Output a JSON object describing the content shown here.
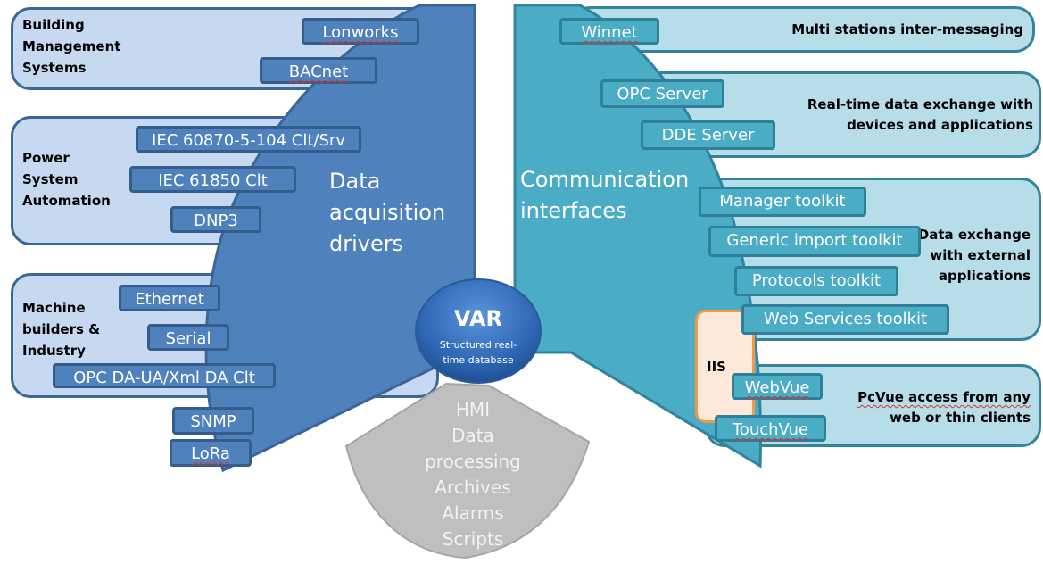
{
  "colors": {
    "acquisition_wedge": "#4f81bd",
    "communication_wedge": "#4bacc6",
    "core_sector": "#bfbfbf",
    "var_ellipse": "#3a73c4",
    "left_group_fill": "#c6d9f1",
    "right_group_fill": "#b7dde8",
    "iis_fill": "#fde9d9",
    "iis_border": "#f79646"
  },
  "acquisition": {
    "title_lines": [
      "Data",
      "acquisition",
      "drivers"
    ],
    "groups": [
      {
        "label_lines": [
          "Building",
          "Management",
          "Systems"
        ],
        "chips": [
          "Lonworks",
          "BACnet"
        ]
      },
      {
        "label_lines": [
          "Power",
          "System",
          "Automation"
        ],
        "chips": [
          "IEC 60870-5-104 Clt/Srv",
          "IEC 61850 Clt",
          "DNP3"
        ]
      },
      {
        "label_lines": [
          "Machine",
          "builders &",
          "Industry"
        ],
        "chips": [
          "Ethernet",
          "Serial",
          "OPC DA-UA/Xml DA Clt"
        ]
      }
    ],
    "standalone_chips": [
      "SNMP",
      "LoRa"
    ]
  },
  "communication": {
    "title_lines": [
      "Communication",
      "interfaces"
    ],
    "groups": [
      {
        "label_lines": [
          "Multi stations inter-messaging"
        ],
        "chips": [
          "Winnet"
        ]
      },
      {
        "label_lines": [
          "Real-time data exchange with",
          "devices and applications"
        ],
        "chips": [
          "OPC Server",
          "DDE Server"
        ]
      },
      {
        "label_lines": [
          "Data exchange",
          "with external",
          "applications"
        ],
        "chips": [
          "Manager toolkit",
          "Generic import toolkit",
          "Protocols toolkit",
          "Web Services toolkit"
        ]
      },
      {
        "label_lines": [
          "PcVue access from any",
          "web or thin clients"
        ],
        "chips": [
          "WebVue",
          "TouchVue"
        ]
      }
    ],
    "iis_label": "IIS"
  },
  "core": {
    "var_title": "VAR",
    "var_subtitle_lines": [
      "Structured real-",
      "time database"
    ],
    "functions": [
      "HMI",
      "Data",
      "processing",
      "Archives",
      "Alarms",
      "Scripts"
    ]
  }
}
